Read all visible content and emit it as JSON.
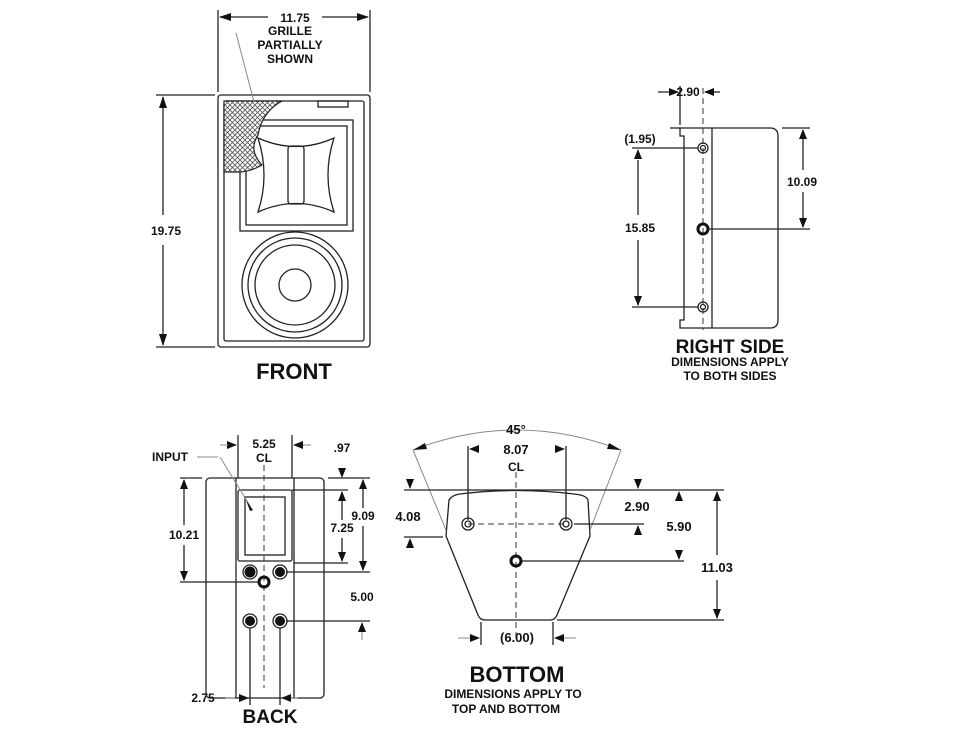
{
  "front": {
    "title": "FRONT",
    "width_dim": "11.75",
    "height_dim": "19.75",
    "grille_note": [
      "GRILLE",
      "PARTIALLY",
      "SHOWN"
    ]
  },
  "right_side": {
    "title": "RIGHT SIDE",
    "note": [
      "DIMENSIONS APPLY",
      "TO BOTH SIDES"
    ],
    "dims": {
      "depth": "2.90",
      "top_offset": "(1.95)",
      "hole_span": "15.85",
      "center_height": "10.09"
    }
  },
  "back": {
    "title": "BACK",
    "input_label": "INPUT",
    "centerline": "CL",
    "dims": {
      "width": "5.25",
      "top_offset": ".97",
      "panel": "7.25",
      "to_holes": "9.09",
      "center_height": "10.21",
      "hole_span": "5.00",
      "hole_width": "2.75"
    }
  },
  "bottom": {
    "title": "BOTTOM",
    "note": [
      "DIMENSIONS APPLY TO",
      "TOP AND BOTTOM"
    ],
    "centerline": "CL",
    "dims": {
      "angle": "45°",
      "hole_spacing": "8.07",
      "side": "4.08",
      "hole_depth": "2.90",
      "center_depth": "5.90",
      "depth": "11.03",
      "rear_width": "(6.00)"
    }
  }
}
